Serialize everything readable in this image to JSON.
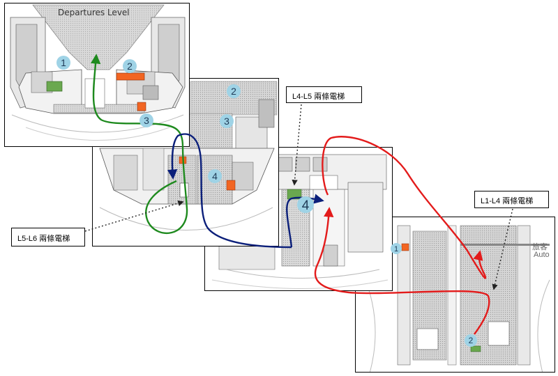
{
  "panels": {
    "departures_title": "Departures Level"
  },
  "callouts": {
    "l4_l5": "L4-L5 兩條電梯",
    "l1_l4": "L1-L4 兩條電梯",
    "l5_l6": "L5-L6 兩條電梯"
  },
  "side_labels": {
    "passenger": "旅客",
    "auto": "Auto"
  },
  "markers": [
    "1",
    "2",
    "3",
    "2",
    "3",
    "4",
    "4",
    "1",
    "2"
  ],
  "colors": {
    "green_route": "#1e8a1e",
    "blue_route": "#0b1f7a",
    "red_route": "#e31b1b",
    "marker_fill": "#9fd3e6",
    "highlight_orange": "#f26522",
    "highlight_green": "#6aa84f"
  }
}
